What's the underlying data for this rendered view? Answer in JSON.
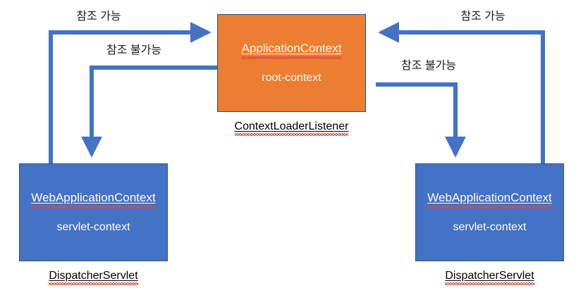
{
  "diagram": {
    "title_caption_center": "ContextLoaderListener",
    "accent_orange": "#ED7D31",
    "accent_blue": "#4472C4",
    "arrow_color": "#4472C4",
    "border_color": "#2F4E83",
    "spellcheck_color": "#E8453C"
  },
  "nodes": {
    "root": {
      "title": "ApplicationContext",
      "subtitle": "root-context",
      "caption": "ContextLoaderListener"
    },
    "left_servlet": {
      "title": "WebApplicationContext",
      "subtitle": "servlet-context",
      "caption": "DispatcherServlet"
    },
    "right_servlet": {
      "title": "WebApplicationContext",
      "subtitle": "servlet-context",
      "caption": "DispatcherServlet"
    }
  },
  "edges": {
    "left_up_to_root": {
      "label": "참조 가능",
      "meaning": "reference-possible",
      "from": "left_servlet",
      "to": "root"
    },
    "root_down_to_left": {
      "label": "참조 불가능",
      "meaning": "reference-impossible",
      "from": "root",
      "to": "left_servlet"
    },
    "right_up_to_root": {
      "label": "참조 가능",
      "meaning": "reference-possible",
      "from": "right_servlet",
      "to": "root"
    },
    "root_down_to_right": {
      "label": "참조 불가능",
      "meaning": "reference-impossible",
      "from": "root",
      "to": "right_servlet"
    }
  }
}
